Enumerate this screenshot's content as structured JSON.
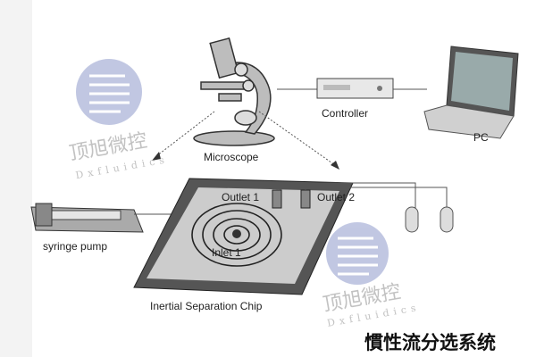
{
  "labels": {
    "microscope": "Microscope",
    "controller": "Controller",
    "pc": "PC",
    "syringe_pump": "syringe pump",
    "outlet1": "Outlet 1",
    "outlet2": "Outlet 2",
    "inlet1": "Inlet 1",
    "chip": "Inertial Separation Chip"
  },
  "watermark": {
    "cn": "顶旭微控",
    "en": "Dxfluidics",
    "color": "#b7bede"
  },
  "caption": "慣性流分选系统"
}
